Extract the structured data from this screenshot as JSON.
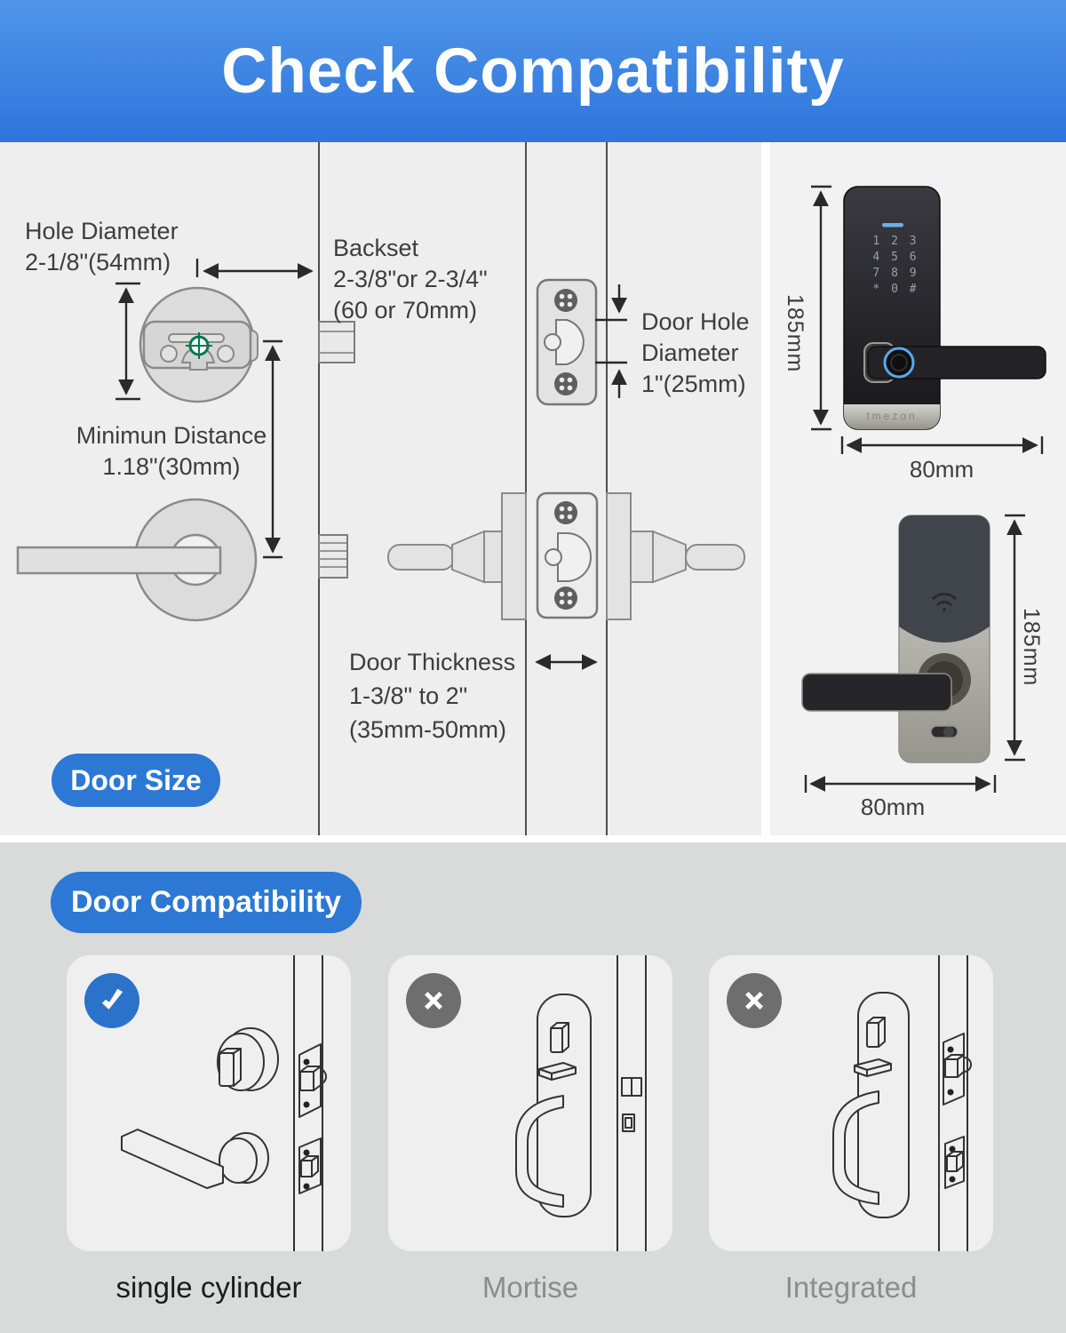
{
  "header": {
    "title": "Check Compatibility"
  },
  "door_size": {
    "badge": "Door Size",
    "hole_diameter": {
      "line1": "Hole Diameter",
      "line2": "2-1/8\"(54mm)"
    },
    "backset": {
      "line1": "Backset",
      "line2": "2-3/8\"or 2-3/4\"",
      "line3": "(60 or 70mm)"
    },
    "door_hole": {
      "line1": "Door Hole",
      "line2": "Diameter",
      "line3": "1\"(25mm)"
    },
    "min_distance": {
      "line1": "Minimun Distance",
      "line2": "1.18\"(30mm)"
    },
    "door_thickness": {
      "line1": "Door Thickness",
      "line2": "1-3/8\" to 2\"",
      "line3": "(35mm-50mm)"
    }
  },
  "lock_front": {
    "keypad": [
      "1",
      "2",
      "3",
      "4",
      "5",
      "6",
      "7",
      "8",
      "9",
      "*",
      "0",
      "#"
    ],
    "brand": "tmezon",
    "dim_height": "185mm",
    "dim_width": "80mm"
  },
  "lock_back": {
    "dim_height": "185mm",
    "dim_width": "80mm"
  },
  "door_compatibility": {
    "badge": "Door Compatibility",
    "cards": [
      {
        "label": "single cylinder",
        "status": "compatible",
        "icon": "check"
      },
      {
        "label": "Mortise",
        "status": "incompatible",
        "icon": "cross"
      },
      {
        "label": "Integrated",
        "status": "incompatible",
        "icon": "cross"
      }
    ]
  },
  "colors": {
    "accent_blue": "#2c78d4",
    "badge_blue": "#2b72cb",
    "badge_gray": "#6e6e6e",
    "header_gradient_top": "#4f96ea",
    "header_gradient_bottom": "#2e75dc",
    "target_green": "#00784f"
  }
}
